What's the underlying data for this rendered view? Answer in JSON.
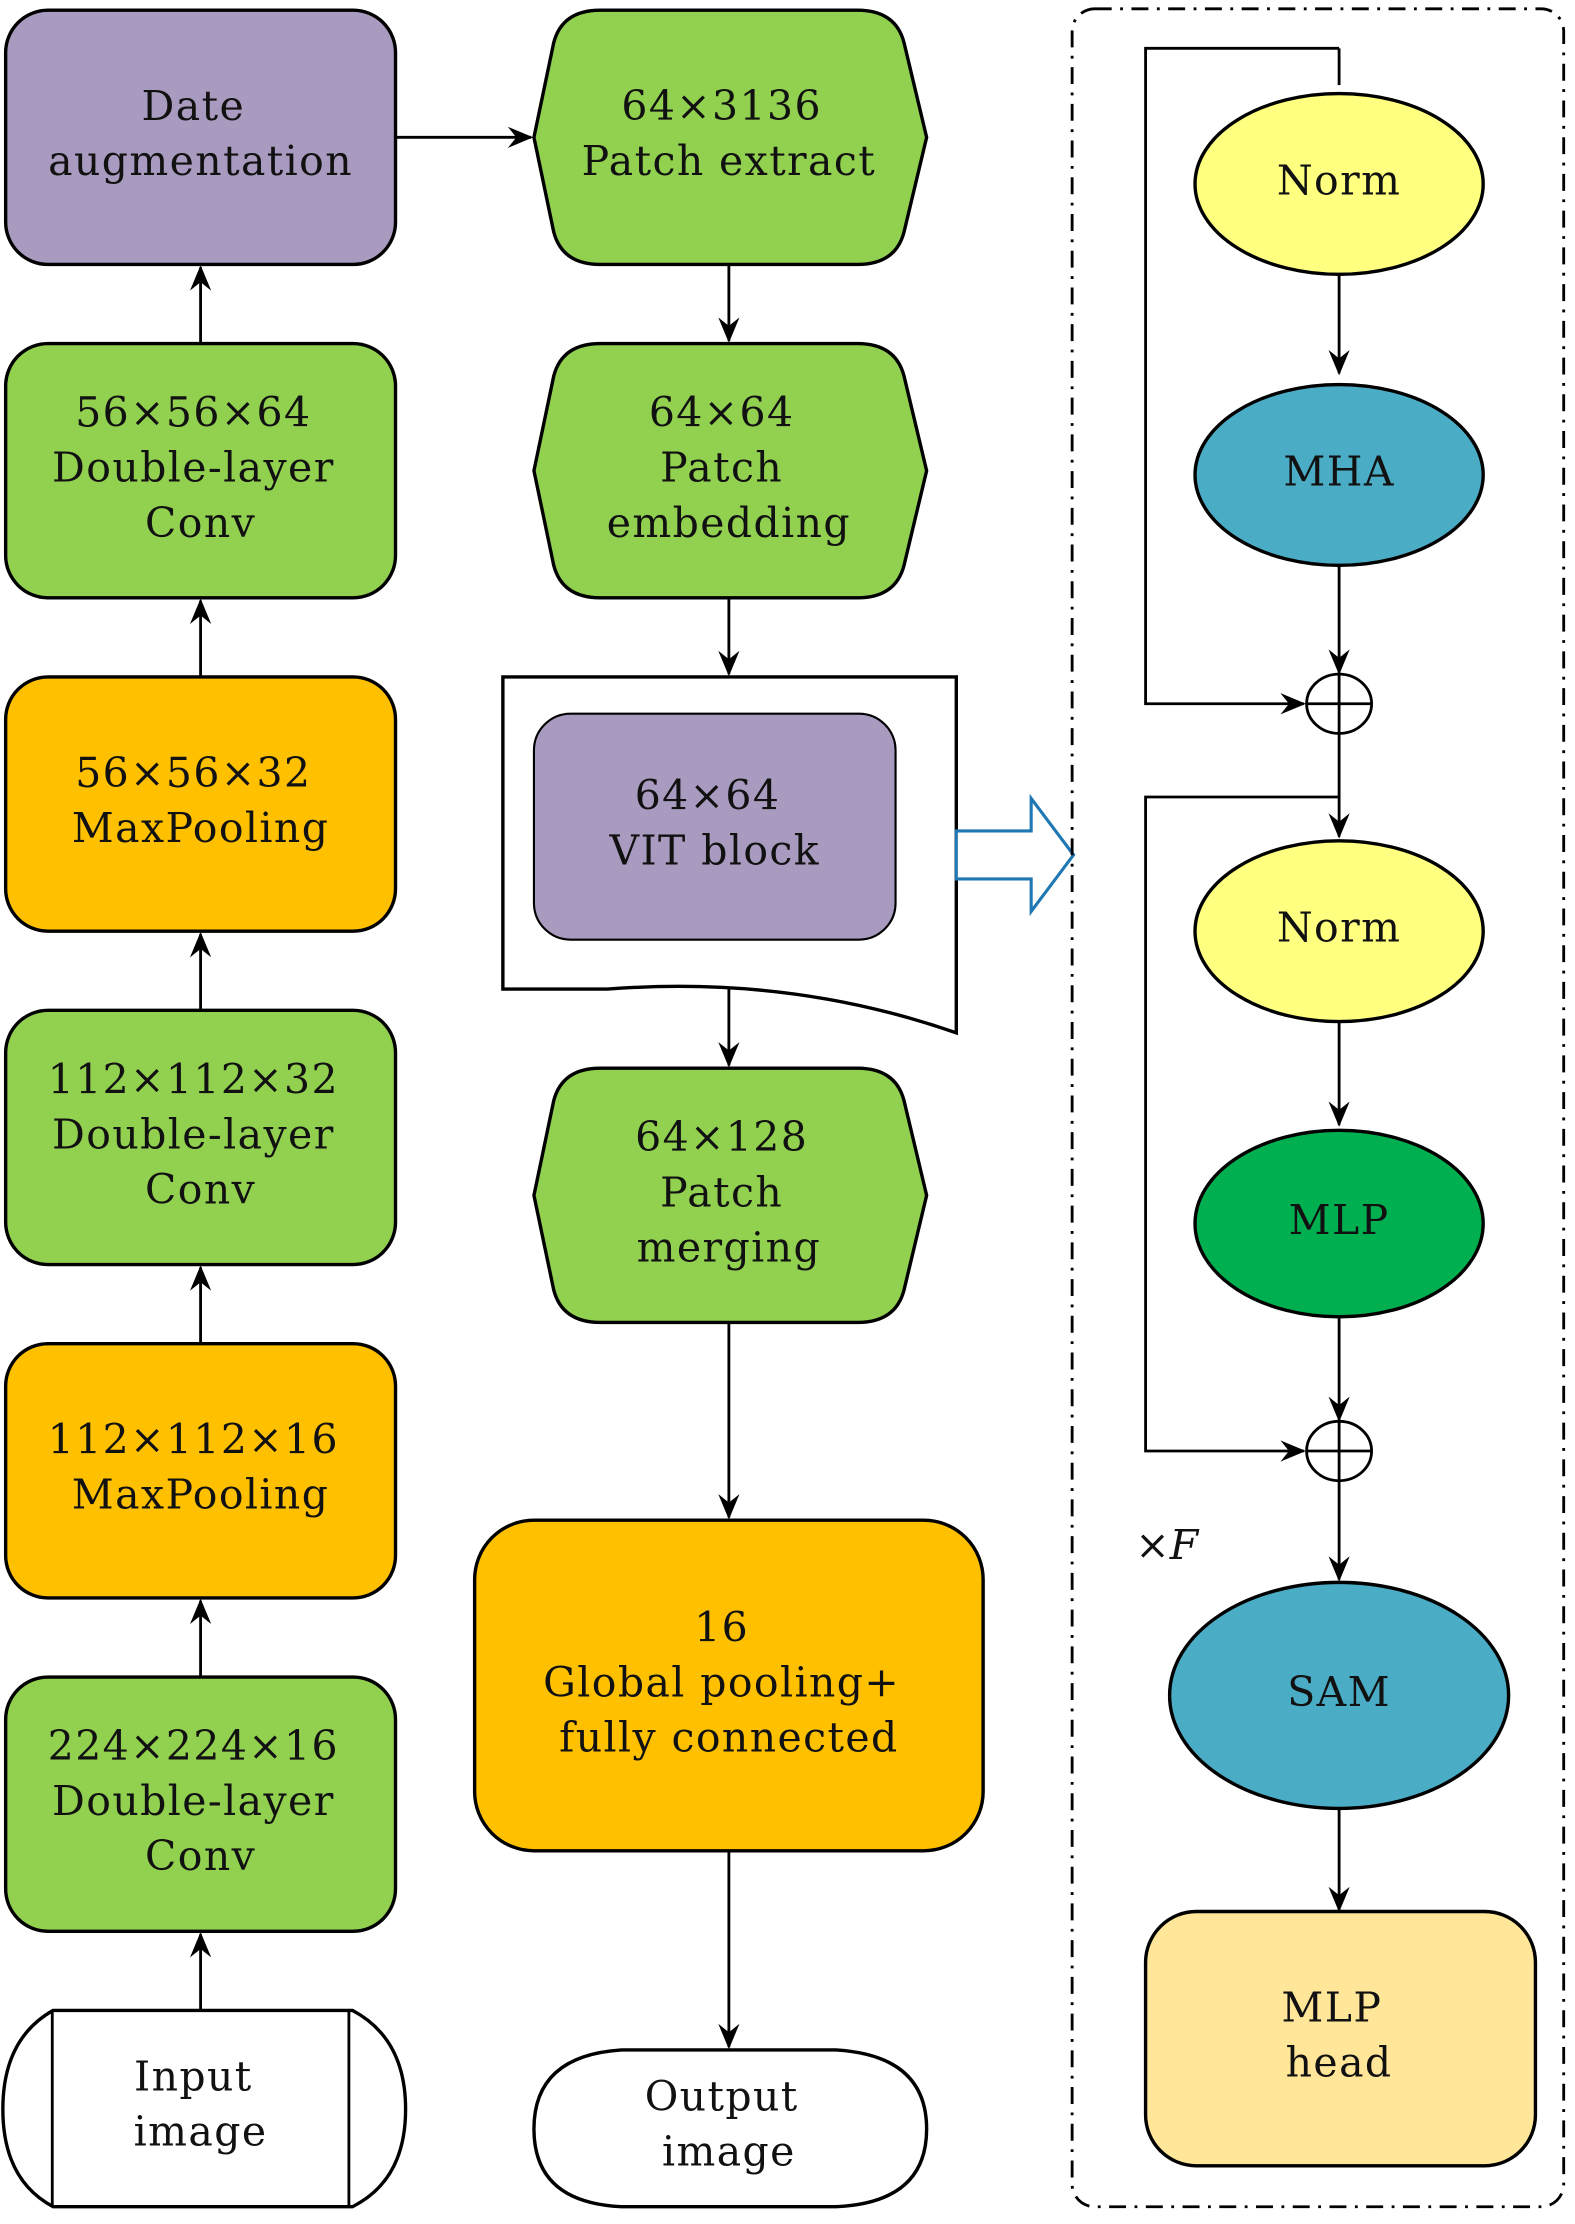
{
  "colors": {
    "green": "#92D050",
    "orange": "#FFC000",
    "purple": "#A99BBF",
    "yellow": "#FFFF80",
    "teal": "#4BACC6",
    "darkgreen": "#00B050",
    "lightorange": "#FFE699",
    "blue_arrow": "#1F77B4"
  },
  "left_column": [
    {
      "id": "date-aug",
      "lines": [
        "Date",
        "augmentation"
      ]
    },
    {
      "id": "conv-56",
      "lines": [
        "56×56×64",
        "Double-layer",
        "Conv"
      ]
    },
    {
      "id": "pool-56",
      "lines": [
        "56×56×32",
        "MaxPooling"
      ]
    },
    {
      "id": "conv-112",
      "lines": [
        "112×112×32",
        "Double-layer",
        "Conv"
      ]
    },
    {
      "id": "pool-112",
      "lines": [
        "112×112×16",
        "MaxPooling"
      ]
    },
    {
      "id": "conv-224",
      "lines": [
        "224×224×16",
        "Double-layer",
        "Conv"
      ]
    },
    {
      "id": "input",
      "lines": [
        "Input",
        "image"
      ]
    }
  ],
  "middle_column": [
    {
      "id": "patch-extract",
      "lines": [
        "64×3136",
        "Patch extract"
      ]
    },
    {
      "id": "patch-embed",
      "lines": [
        "64×64",
        "Patch",
        "embedding"
      ]
    },
    {
      "id": "vit-block",
      "lines": [
        "64×64",
        "VIT block"
      ]
    },
    {
      "id": "patch-merge",
      "lines": [
        "64×128",
        "Patch",
        "merging"
      ]
    },
    {
      "id": "global-pool",
      "lines": [
        "16",
        "Global pooling+",
        "fully connected"
      ]
    },
    {
      "id": "output",
      "lines": [
        "Output",
        "image"
      ]
    }
  ],
  "right_panel": {
    "norm1": "Norm",
    "mha": "MHA",
    "norm2": "Norm",
    "mlp": "MLP",
    "repeat_label": "×F",
    "sam": "SAM",
    "mlp_head": [
      "MLP",
      "head"
    ]
  }
}
